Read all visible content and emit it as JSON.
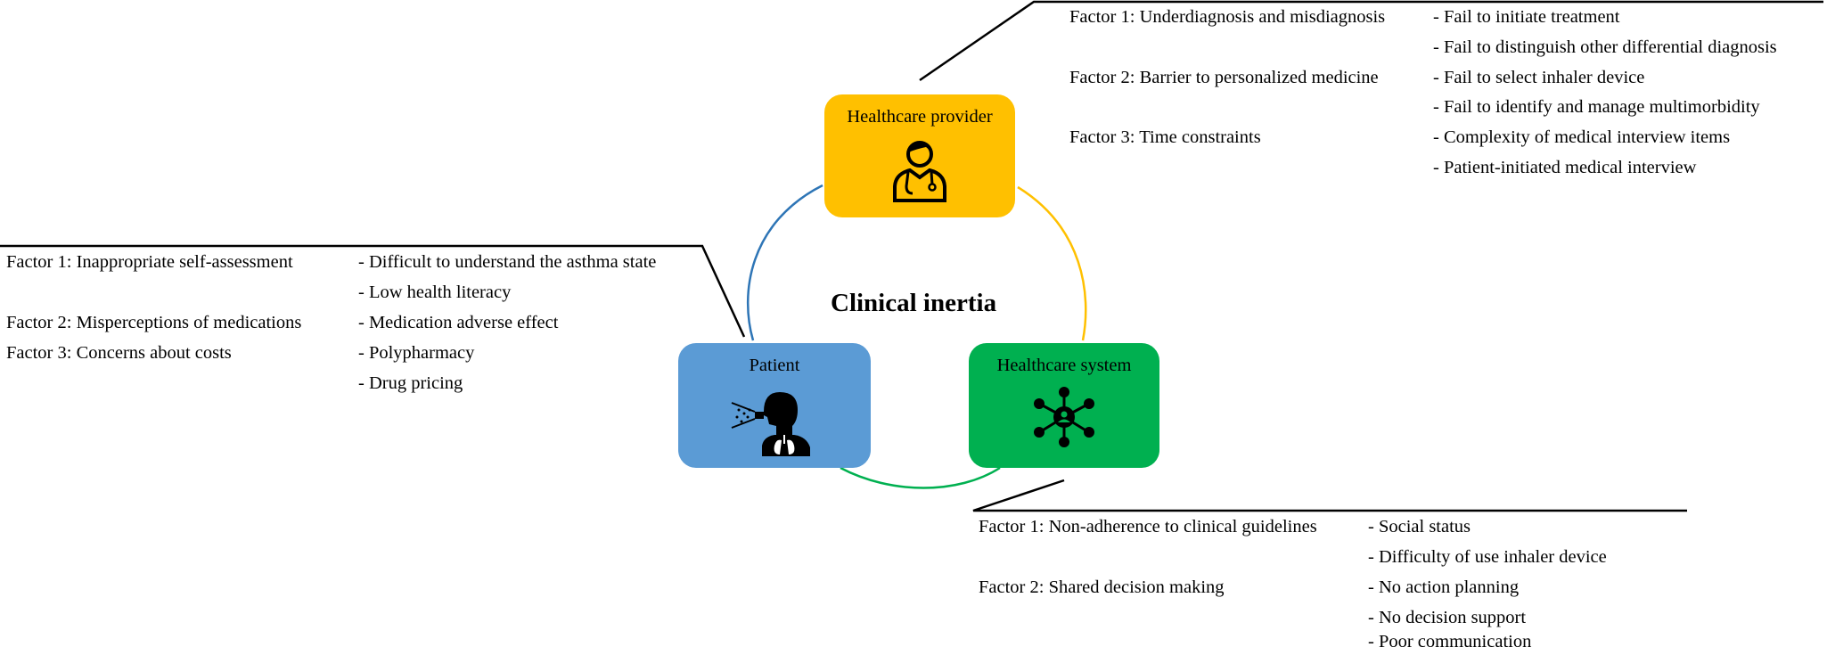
{
  "center_title": "Clinical inertia",
  "colors": {
    "provider": "#FFC000",
    "patient": "#5B9BD5",
    "system": "#00B050",
    "arc_blue": "#2E75B6",
    "arc_yellow": "#FFC000",
    "arc_green": "#00B050"
  },
  "nodes": {
    "provider": {
      "label": "Healthcare provider",
      "icon": "doctor-with-stethoscope-icon"
    },
    "patient": {
      "label": "Patient",
      "icon": "person-inhaling-lungs-icon"
    },
    "system": {
      "label": "Healthcare system",
      "icon": "network-hub-icon"
    }
  },
  "provider_panel": {
    "factors": [
      "Factor 1: Underdiagnosis and misdiagnosis",
      "Factor 2: Barrier to personalized medicine",
      "Factor 3: Time constraints"
    ],
    "items": [
      "- Fail to initiate treatment",
      "- Fail to distinguish other differential diagnosis",
      "- Fail to select inhaler device",
      "- Fail to identify and manage multimorbidity",
      "- Complexity of medical interview items",
      "- Patient-initiated medical interview"
    ]
  },
  "patient_panel": {
    "factors": [
      "Factor 1: Inappropriate self-assessment",
      "Factor 2: Misperceptions of medications",
      "Factor 3: Concerns about costs"
    ],
    "items": [
      "- Difficult to understand the asthma state",
      "- Low health literacy",
      "- Medication adverse effect",
      "- Polypharmacy",
      "- Drug pricing"
    ]
  },
  "system_panel": {
    "factors": [
      "Factor 1: Non-adherence to clinical guidelines",
      "Factor 2: Shared decision making"
    ],
    "items": [
      "- Social status",
      "- Difficulty of use inhaler device",
      "- No action planning",
      "- No decision support",
      "- Poor communication"
    ]
  }
}
